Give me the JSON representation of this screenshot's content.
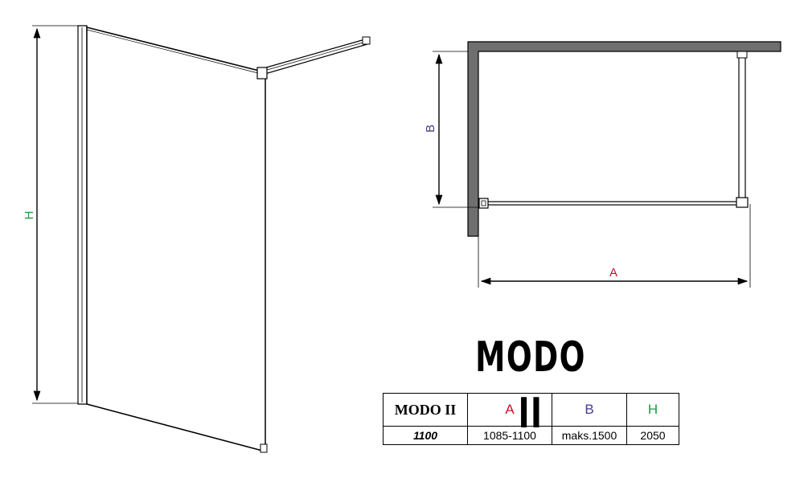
{
  "title": "MODO II",
  "dimension_labels": {
    "h": "H",
    "b": "B",
    "a": "A"
  },
  "table": {
    "headers": [
      "MODO II",
      "A",
      "B",
      "H"
    ],
    "rows": [
      [
        "1100",
        "1085-1100",
        "maks.1500",
        "2050"
      ]
    ]
  },
  "colors": {
    "a": "#c8102e",
    "b": "#4b3a8c",
    "h": "#1a9b3c",
    "wall": "#6f6f6f",
    "line": "#000000"
  }
}
